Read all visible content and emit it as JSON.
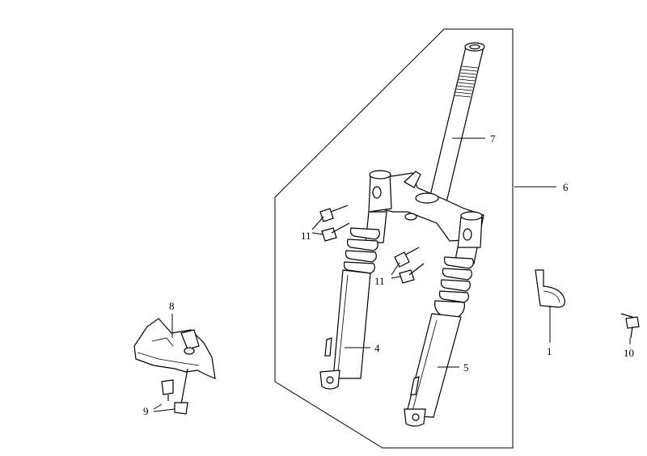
{
  "diagram": {
    "callouts": [
      {
        "id": "c1",
        "label": "1"
      },
      {
        "id": "c4",
        "label": "4"
      },
      {
        "id": "c5",
        "label": "5"
      },
      {
        "id": "c6",
        "label": "6"
      },
      {
        "id": "c7",
        "label": "7"
      },
      {
        "id": "c8",
        "label": "8"
      },
      {
        "id": "c9",
        "label": "9"
      },
      {
        "id": "c10",
        "label": "10"
      },
      {
        "id": "c11a",
        "label": "11"
      },
      {
        "id": "c11b",
        "label": "11"
      }
    ]
  }
}
